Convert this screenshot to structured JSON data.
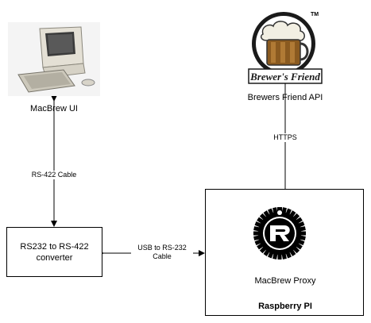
{
  "nodes": {
    "macbrew_ui": {
      "label": "MacBrew UI",
      "icon": "mac-computer-icon"
    },
    "brewers_friend_api": {
      "label": "Brewers Friend API",
      "logo": "brewers-friend-logo",
      "logo_text": "Brewer's Friend",
      "trademark": "TM"
    },
    "converter": {
      "label_line1": "RS232 to RS-422",
      "label_line2": "converter"
    },
    "raspberry_pi": {
      "label": "Raspberry PI",
      "proxy_label": "MacBrew Proxy",
      "proxy_icon": "rust-logo-icon"
    }
  },
  "edges": {
    "rs422": {
      "label": "RS-422 Cable"
    },
    "https": {
      "label": "HTTPS"
    },
    "usb": {
      "label_line1": "USB to RS-232",
      "label_line2": "Cable"
    }
  }
}
